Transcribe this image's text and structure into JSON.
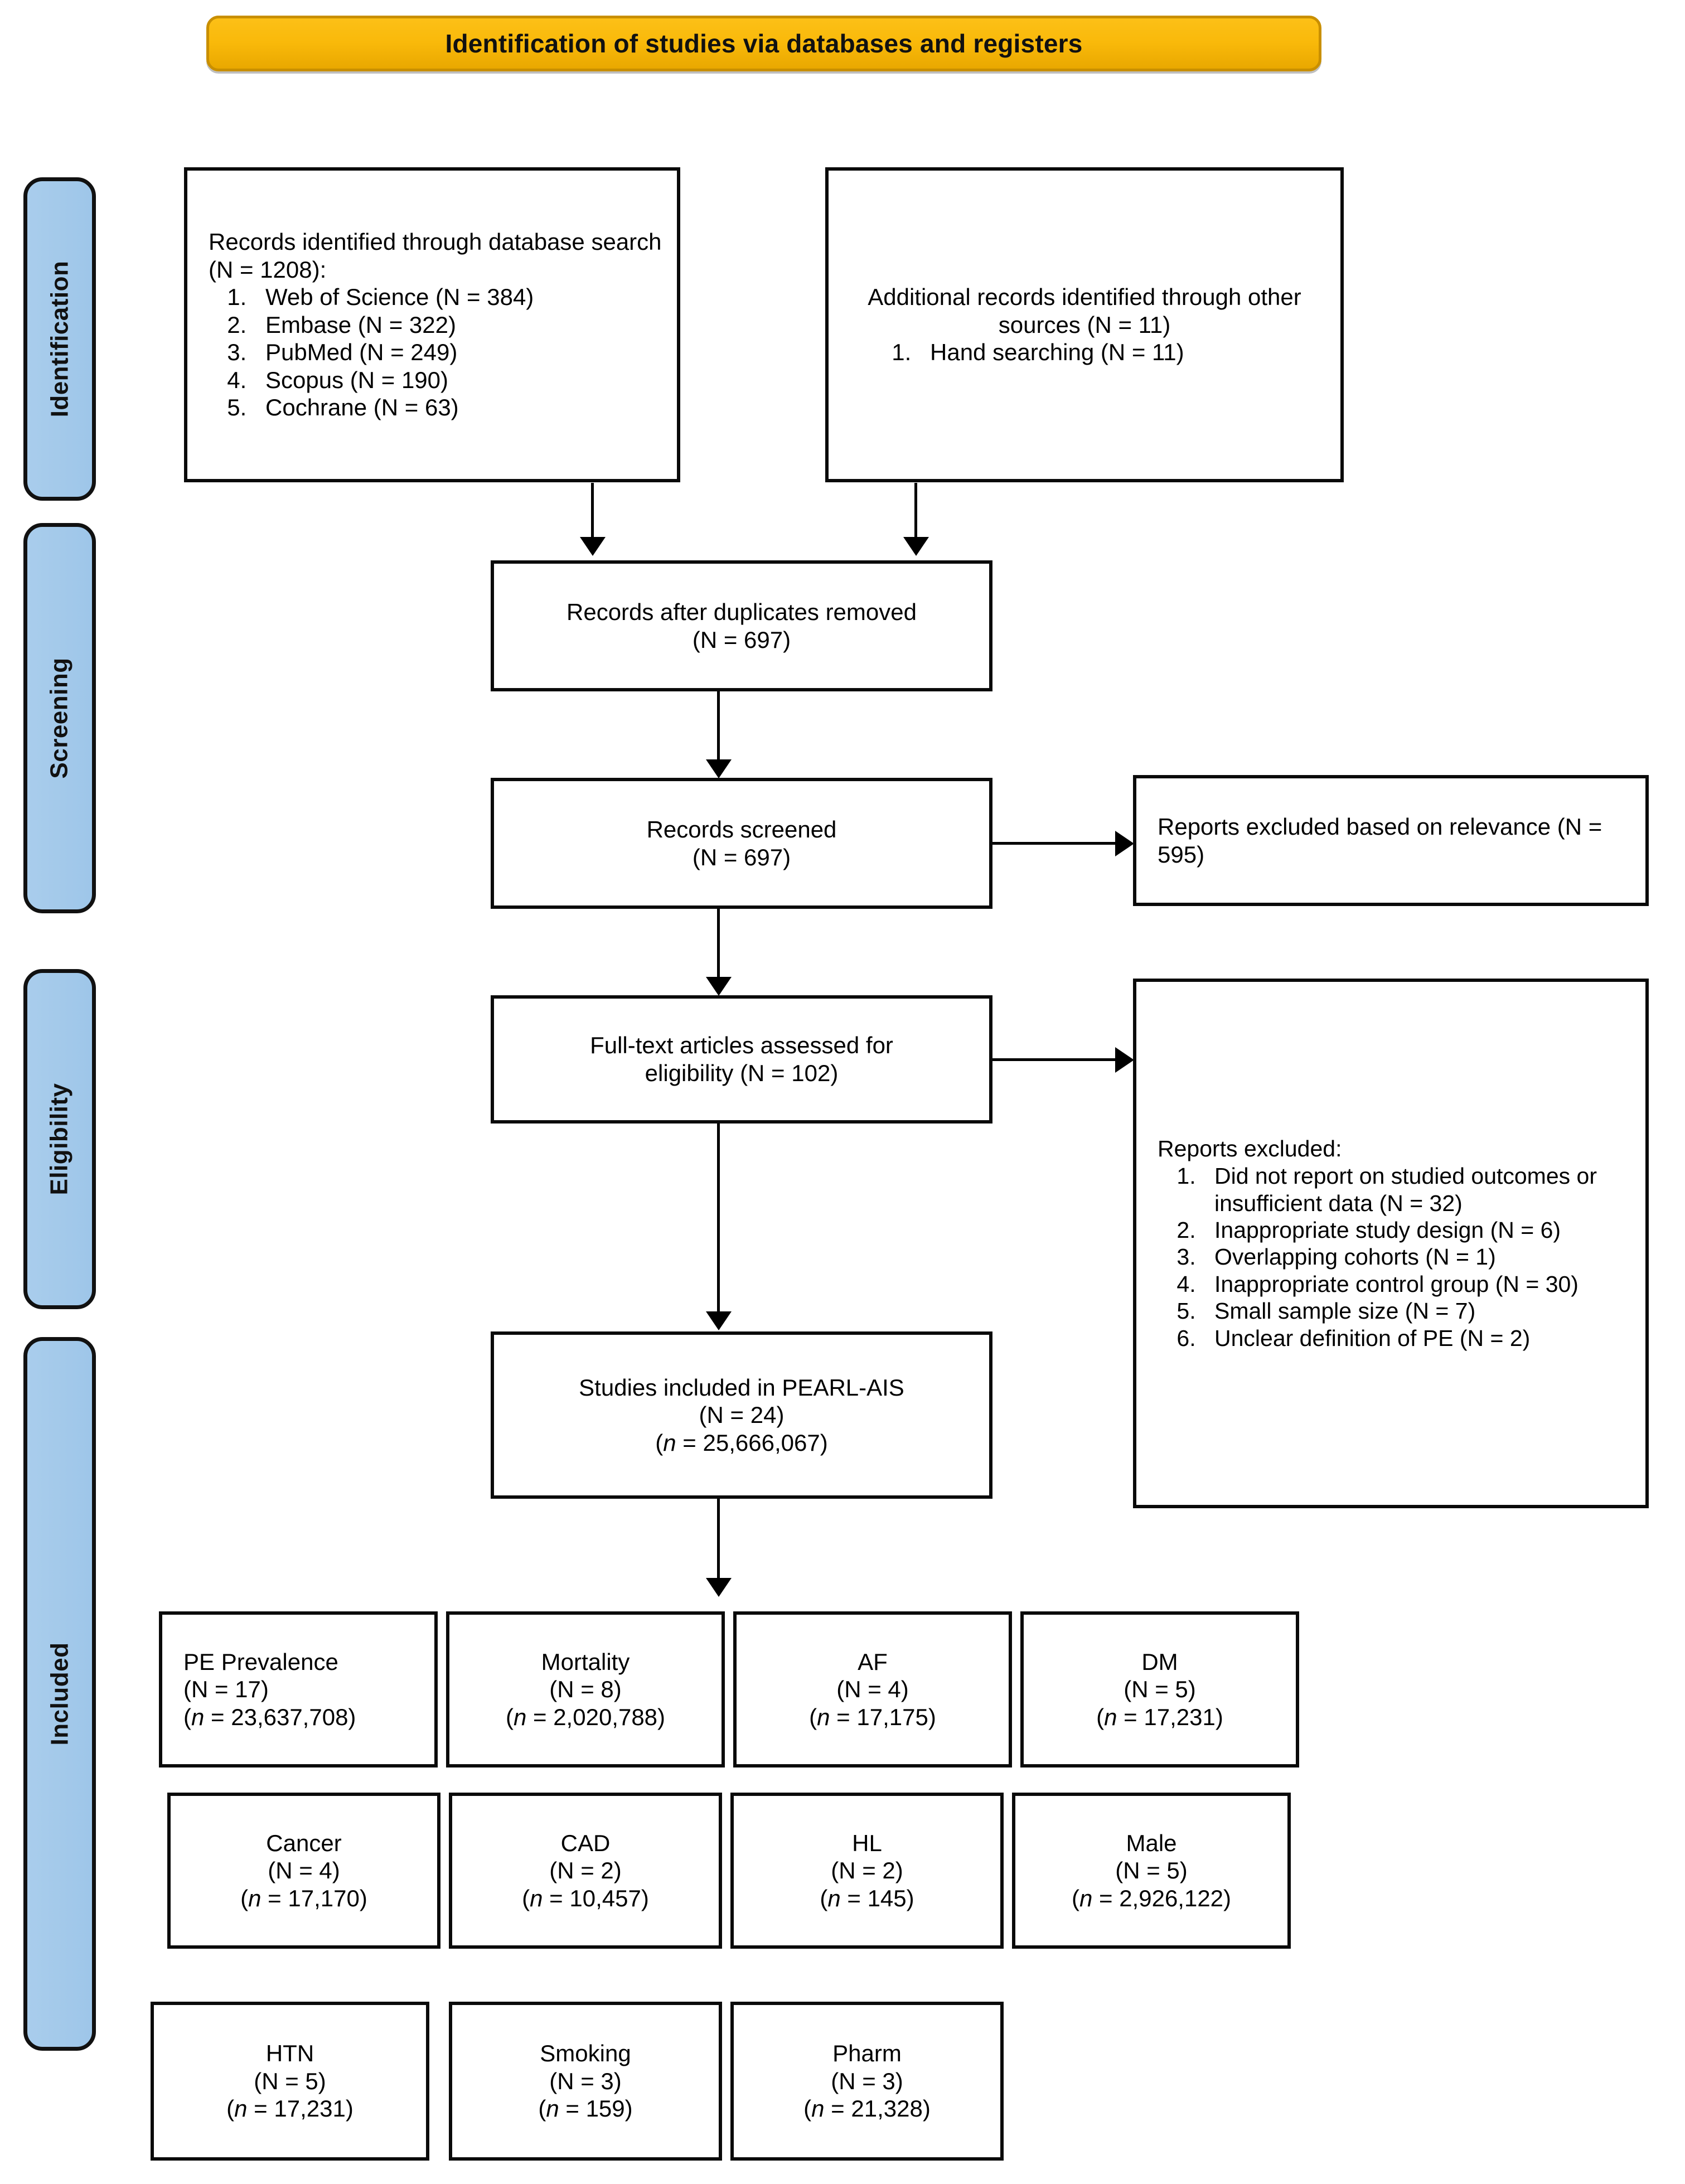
{
  "banner": {
    "title": "Identification of studies via databases and registers",
    "color": "#f9b90a"
  },
  "phases": [
    {
      "label": "Identification"
    },
    {
      "label": "Screening"
    },
    {
      "label": "Eligibility"
    },
    {
      "label": "Included"
    }
  ],
  "identification": {
    "database_box": {
      "heading": "Records identified through database search (N = 1208):",
      "items": [
        "Web of Science (N = 384)",
        "Embase (N = 322)",
        "PubMed (N = 249)",
        "Scopus (N = 190)",
        "Cochrane (N = 63)"
      ]
    },
    "other_sources_box": {
      "heading": "Additional records identified through other sources (N = 11)",
      "items": [
        "Hand searching (N = 11)"
      ]
    }
  },
  "screening": {
    "duplicates_box": {
      "line1": "Records after duplicates removed",
      "line2": "(N = 697)"
    },
    "screened_box": {
      "line1": "Records screened",
      "line2": "(N = 697)"
    },
    "excluded_relevance_box": {
      "text": "Reports excluded based on relevance (N = 595)"
    }
  },
  "eligibility": {
    "fulltext_box": {
      "line1": "Full-text articles assessed for",
      "line2": "eligibility (N = 102)"
    },
    "excluded_box": {
      "heading": "Reports excluded:",
      "items": [
        "Did not report on studied outcomes or insufficient data (N = 32)",
        "Inappropriate study design (N = 6)",
        "Overlapping cohorts (N = 1)",
        "Inappropriate control group (N = 30)",
        "Small sample size (N = 7)",
        "Unclear definition of PE (N = 2)"
      ]
    }
  },
  "included": {
    "summary_box": {
      "line1": "Studies included in PEARL-AIS",
      "line2": "(N = 24)",
      "line3_prefix": "(",
      "line3_italic": "n",
      "line3_suffix": " = 25,666,067)"
    },
    "outcome_rows": [
      [
        {
          "name": "PE Prevalence",
          "studies": "(N = 17)",
          "participants": " = 23,637,708)",
          "align": "left"
        },
        {
          "name": "Mortality",
          "studies": "(N = 8)",
          "participants": " = 2,020,788)",
          "align": "center"
        },
        {
          "name": "AF",
          "studies": "(N = 4)",
          "participants": " = 17,175)",
          "align": "center"
        },
        {
          "name": "DM",
          "studies": "(N = 5)",
          "participants": " = 17,231)",
          "align": "center"
        }
      ],
      [
        {
          "name": "Cancer",
          "studies": "(N = 4)",
          "participants": " = 17,170)",
          "align": "center"
        },
        {
          "name": "CAD",
          "studies": "(N = 2)",
          "participants": " = 10,457)",
          "align": "center"
        },
        {
          "name": "HL",
          "studies": "(N = 2)",
          "participants": " = 145)",
          "align": "center"
        },
        {
          "name": "Male",
          "studies": "(N = 5)",
          "participants": " = 2,926,122)",
          "align": "center"
        }
      ],
      [
        {
          "name": "HTN",
          "studies": "(N = 5)",
          "participants": " = 17,231)",
          "align": "center"
        },
        {
          "name": "Smoking",
          "studies": "(N = 3)",
          "participants": " = 159)",
          "align": "center"
        },
        {
          "name": "Pharm",
          "studies": "(N = 3)",
          "participants": " = 21,328)",
          "align": "center"
        }
      ]
    ],
    "paren_open": "(",
    "italic_n": "n"
  }
}
